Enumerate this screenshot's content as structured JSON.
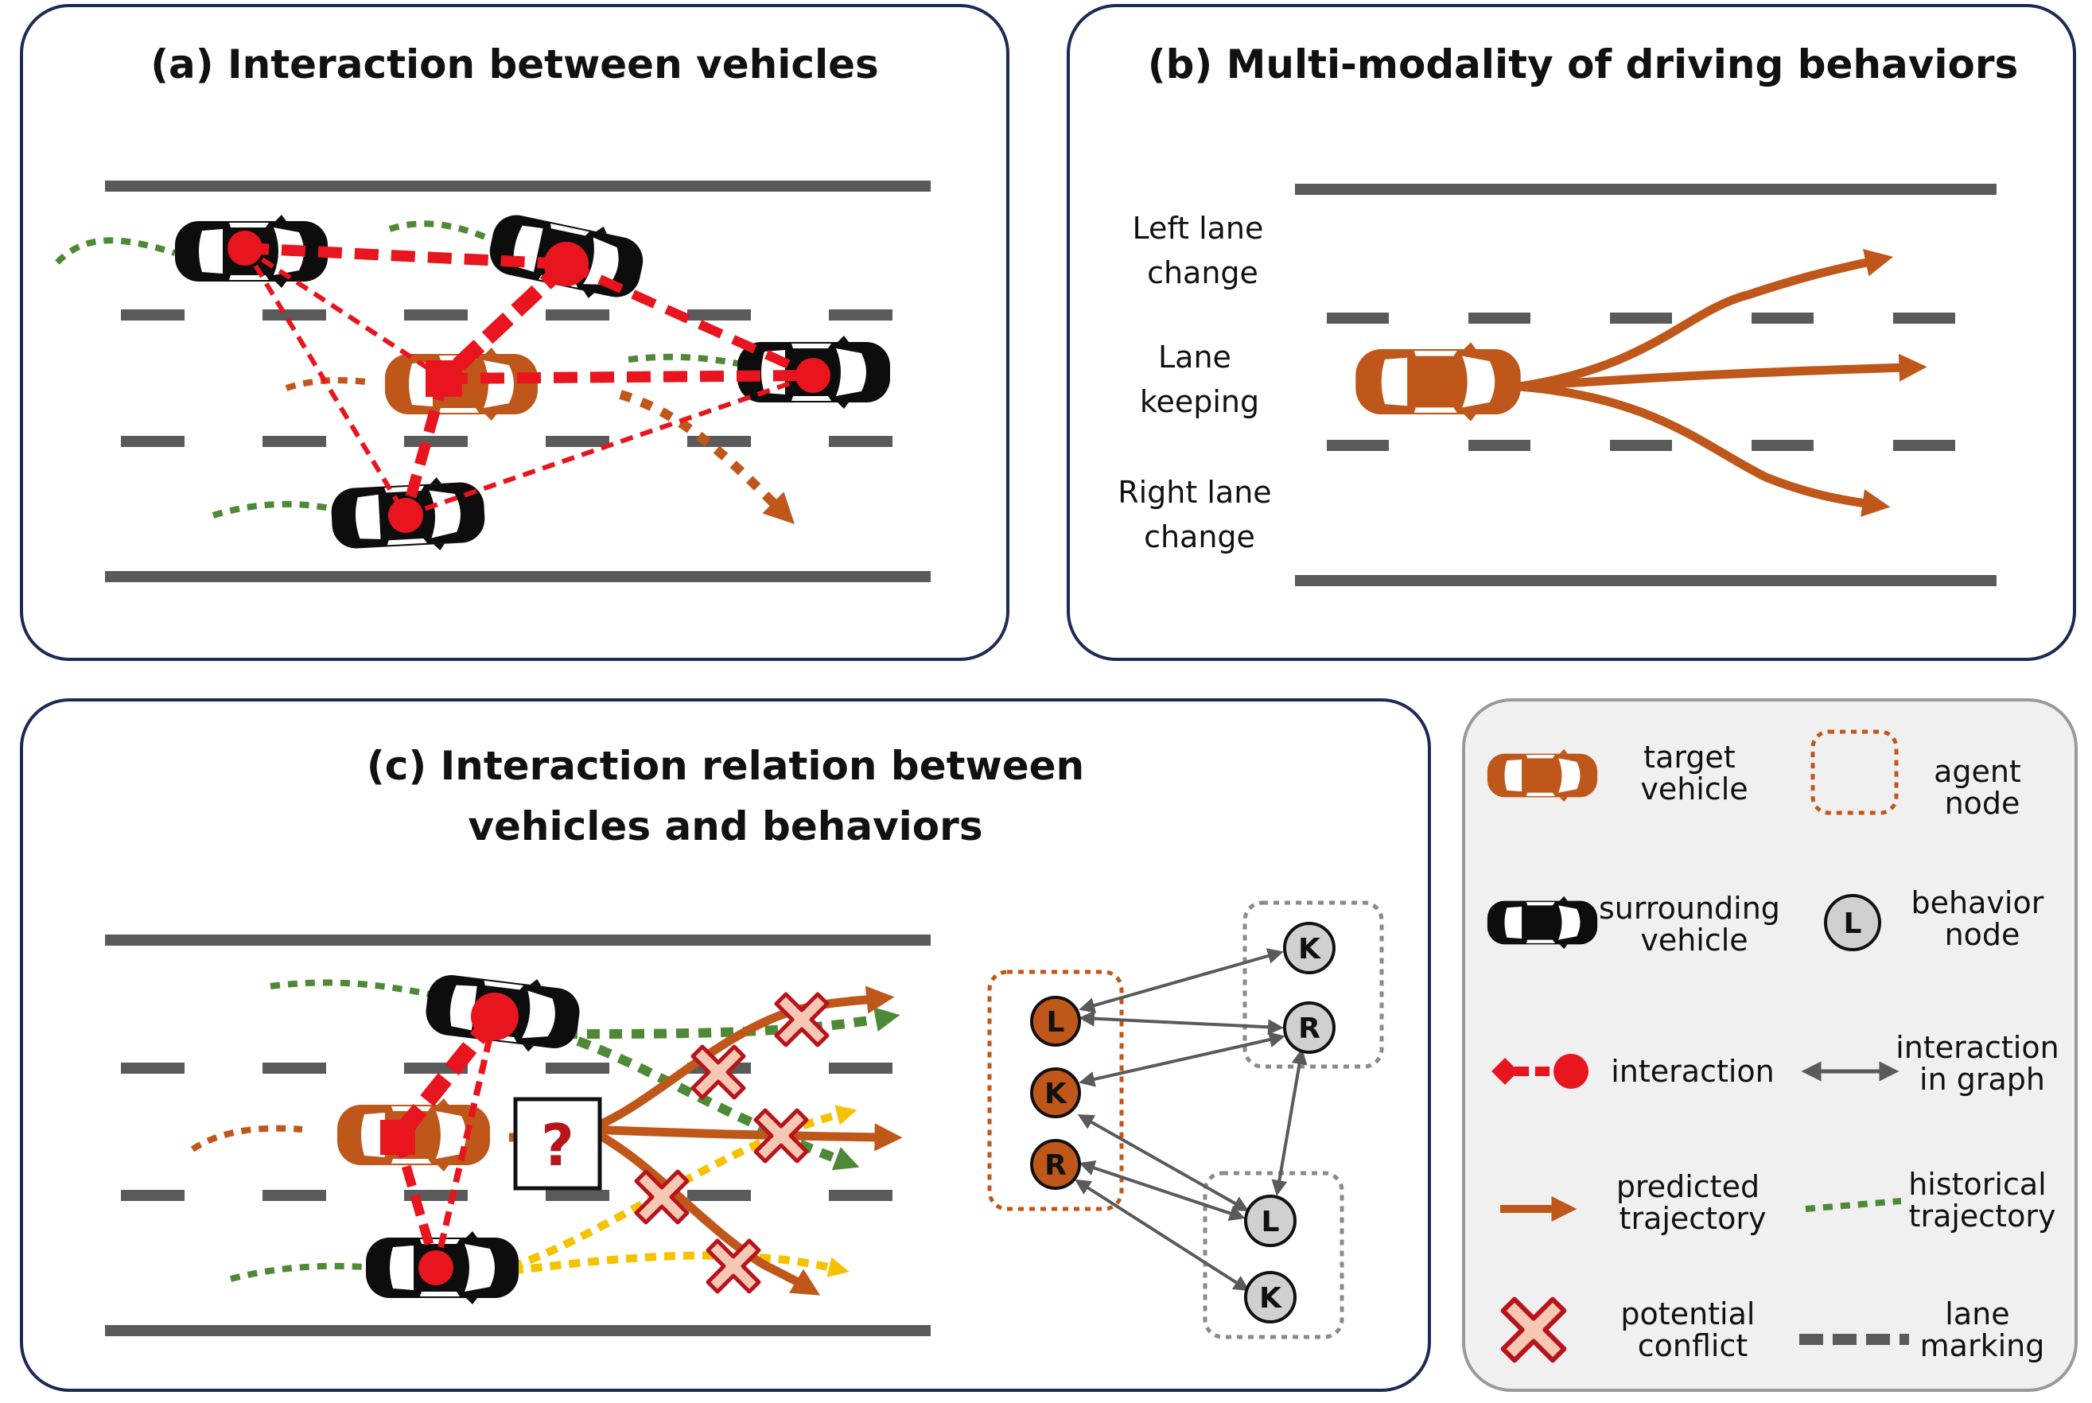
{
  "colors": {
    "panel_border": "#1c2a55",
    "road": "#5a5a5a",
    "target_orange": "#c0571a",
    "interaction_red": "#e8141e",
    "history_green": "#4e8a35",
    "predicted_yellow": "#f5c200",
    "conflict_fill": "#f6c8b4",
    "conflict_border": "#b8141c",
    "behavior_node_gray": "#d0d0d0",
    "legend_bg": "#f0f0f0"
  },
  "panel_a": {
    "title": "(a) Interaction between vehicles"
  },
  "panel_b": {
    "title": "(b) Multi-modality of driving behaviors",
    "label_left": [
      "Left lane",
      "change"
    ],
    "label_keep": [
      "Lane",
      "keeping"
    ],
    "label_right": [
      "Right lane",
      "change"
    ]
  },
  "panel_c": {
    "title_line1": "(c) Interaction relation between",
    "title_line2": "vehicles and behaviors",
    "question_mark": "?",
    "agent_node_letters": [
      "L",
      "K",
      "R"
    ],
    "upper_behavior_letters": [
      "K",
      "R"
    ],
    "lower_behavior_letters": [
      "L",
      "K"
    ]
  },
  "legend": {
    "target_vehicle": [
      "target",
      "vehicle"
    ],
    "agent_node": [
      "agent",
      "node"
    ],
    "surrounding_vehicle": [
      "surrounding",
      "vehicle"
    ],
    "behavior_node_letter": "L",
    "behavior_node": [
      "behavior",
      "node"
    ],
    "interaction": "interaction",
    "interaction_in_graph": [
      "interaction",
      "in graph"
    ],
    "predicted_trajectory": [
      "predicted",
      "trajectory"
    ],
    "historical_trajectory": [
      "historical",
      "trajectory"
    ],
    "potential_conflict": [
      "potential",
      "conflict"
    ],
    "lane_marking": [
      "lane",
      "marking"
    ]
  }
}
